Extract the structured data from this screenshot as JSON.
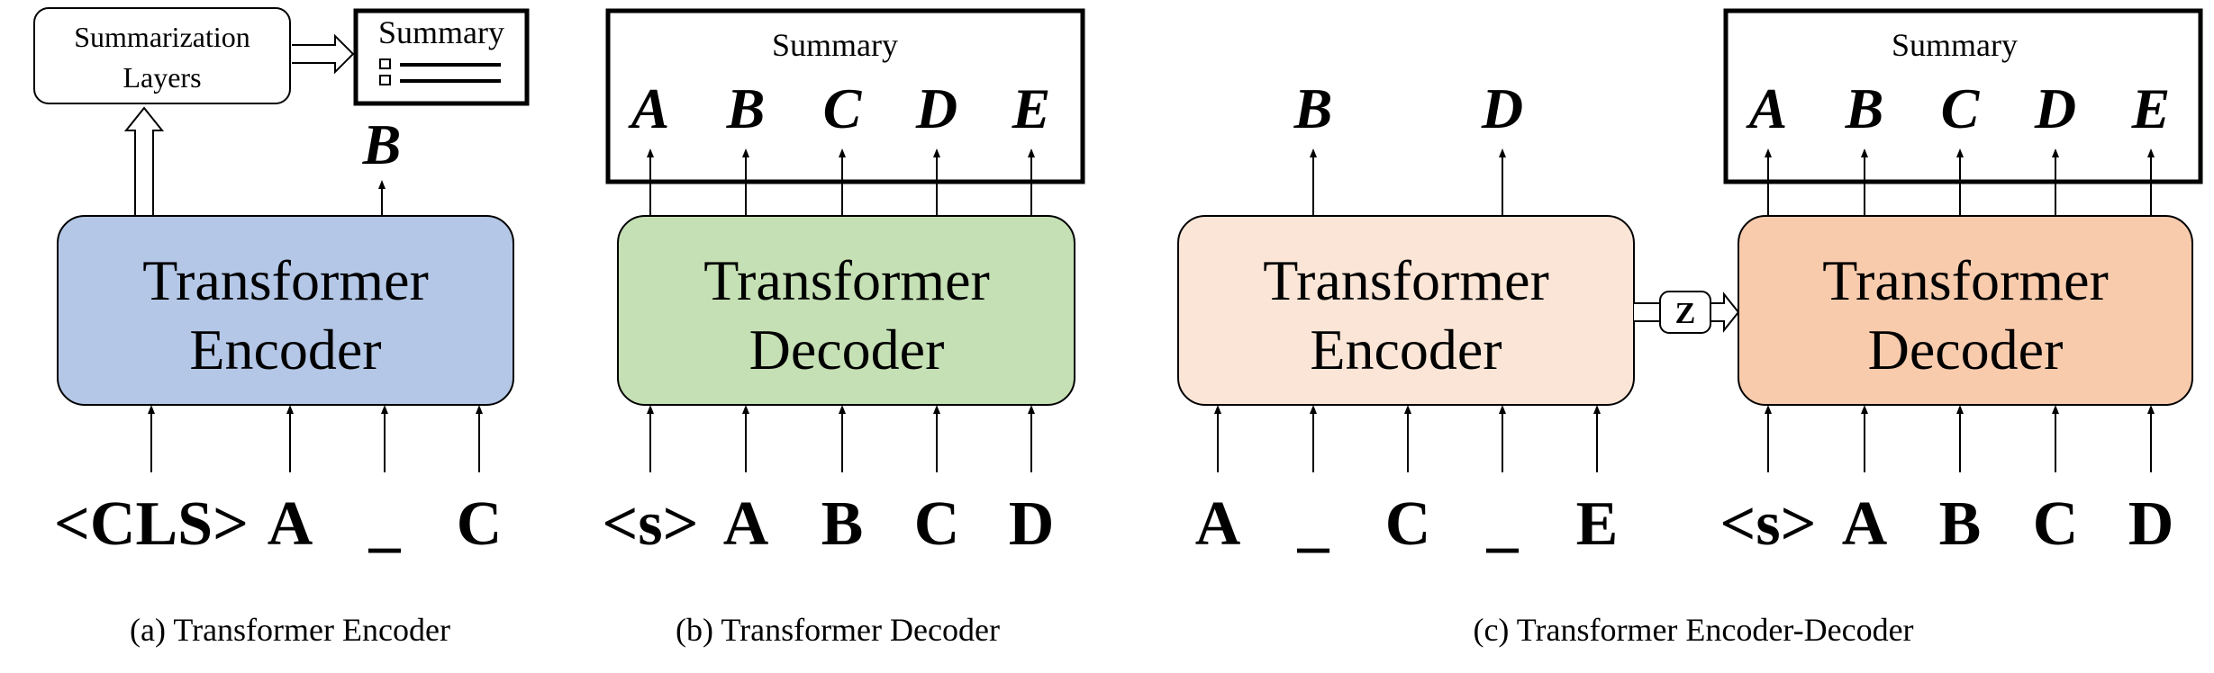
{
  "panel_a": {
    "block_line1": "Transformer",
    "block_line2": "Encoder",
    "layers_line1": "Summarization",
    "layers_line2": "Layers",
    "summary_title": "Summary",
    "output": "B",
    "tokens": [
      "<CLS>",
      "A",
      "_",
      "C"
    ],
    "caption": "(a) Transformer Encoder",
    "block_color": "#b4c7e7"
  },
  "panel_b": {
    "block_line1": "Transformer",
    "block_line2": "Decoder",
    "summary_title": "Summary",
    "outputs": [
      "A",
      "B",
      "C",
      "D",
      "E"
    ],
    "tokens": [
      "<s>",
      "A",
      "B",
      "C",
      "D"
    ],
    "caption": "(b) Transformer Decoder",
    "block_color": "#c5e0b4"
  },
  "panel_c": {
    "encoder_line1": "Transformer",
    "encoder_line2": "Encoder",
    "decoder_line1": "Transformer",
    "decoder_line2": "Decoder",
    "latent": "Z",
    "encoder_outputs": [
      "B",
      "D"
    ],
    "summary_title": "Summary",
    "decoder_outputs": [
      "A",
      "B",
      "C",
      "D",
      "E"
    ],
    "encoder_tokens": [
      "A",
      "_",
      "C",
      "_",
      "E"
    ],
    "decoder_tokens": [
      "<s>",
      "A",
      "B",
      "C",
      "D"
    ],
    "caption": "(c) Transformer Encoder-Decoder",
    "encoder_color": "#fbe5d6",
    "decoder_color": "#f8cbad"
  }
}
